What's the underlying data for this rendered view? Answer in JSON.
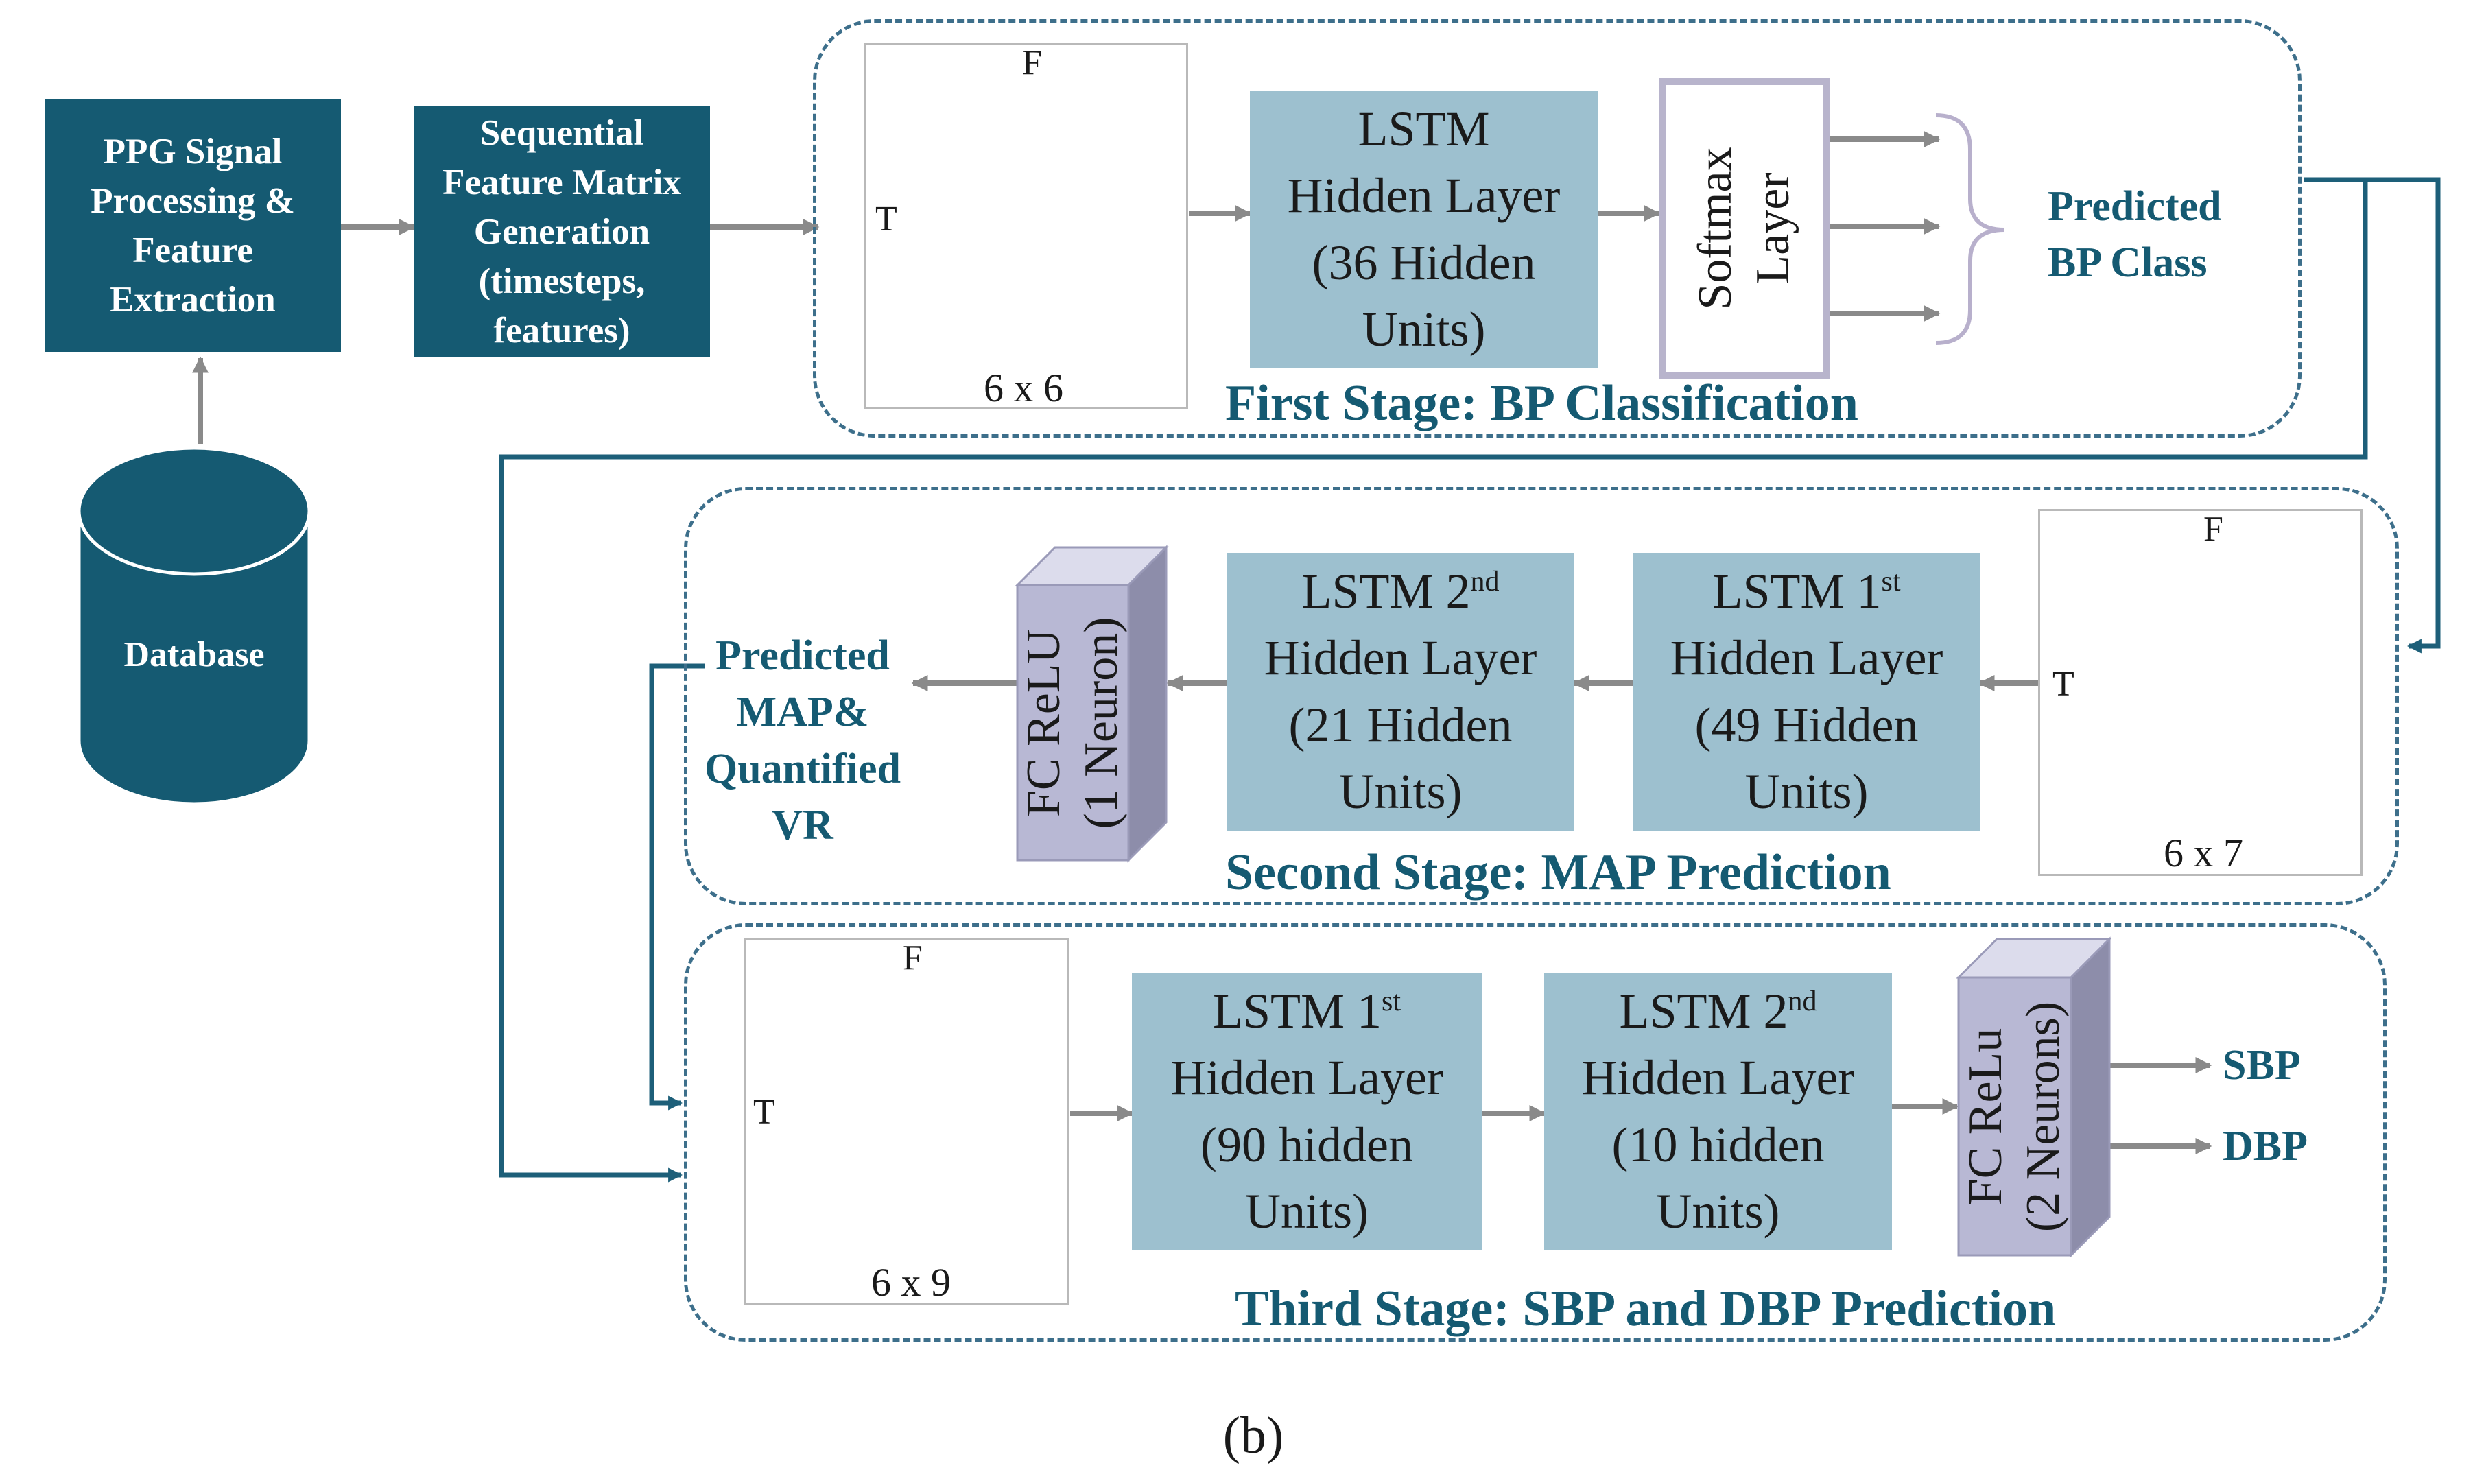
{
  "pipeline": {
    "ppg": [
      "PPG Signal",
      "Processing &",
      "Feature",
      "Extraction"
    ],
    "sequential": [
      "Sequential",
      "Feature Matrix",
      "Generation",
      "(timesteps,",
      "features)"
    ],
    "database": "Database"
  },
  "axis_labels": {
    "feature": "F",
    "time": "T"
  },
  "stage1": {
    "title": "First Stage: BP Classification",
    "matrix_dim": "6 x 6",
    "lstm": [
      "LSTM",
      "Hidden Layer",
      "(36 Hidden",
      "Units)"
    ],
    "softmax": [
      "Softmax",
      "Layer"
    ],
    "output": [
      "Predicted",
      "BP Class"
    ]
  },
  "stage2": {
    "title": "Second Stage: MAP Prediction",
    "matrix_dim": "6 x 7",
    "lstm1": {
      "name": "LSTM 1",
      "sup": "st",
      "lines": [
        "Hidden Layer",
        "(49 Hidden",
        "Units)"
      ]
    },
    "lstm2": {
      "name": "LSTM 2",
      "sup": "nd",
      "lines": [
        "Hidden Layer",
        "(21 Hidden",
        "Units)"
      ]
    },
    "fc": [
      "FC  ReLU",
      "(1 Neuron)"
    ],
    "output": [
      "Predicted",
      "MAP&",
      "Quantified",
      "VR"
    ]
  },
  "stage3": {
    "title": "Third Stage: SBP and DBP Prediction",
    "matrix_dim": "6 x 9",
    "lstm1": {
      "name": "LSTM 1",
      "sup": "st",
      "lines": [
        "Hidden Layer",
        "(90 hidden",
        "Units)"
      ]
    },
    "lstm2": {
      "name": "LSTM 2",
      "sup": "nd",
      "lines": [
        "Hidden Layer",
        "(10 hidden",
        "Units)"
      ]
    },
    "fc": [
      "FC  ReLu",
      "(2 Neurons)"
    ],
    "outputs": [
      "SBP",
      "DBP"
    ]
  },
  "caption": "(b)",
  "colors": {
    "dark_box": "#155a72",
    "lstm_box": "#9dc0cf",
    "fc_block": "#b8b8d4",
    "flow_line": "#1d5f79",
    "gray_arrow": "#8a8a8a",
    "matrix_cell": "#1f8fb3"
  }
}
